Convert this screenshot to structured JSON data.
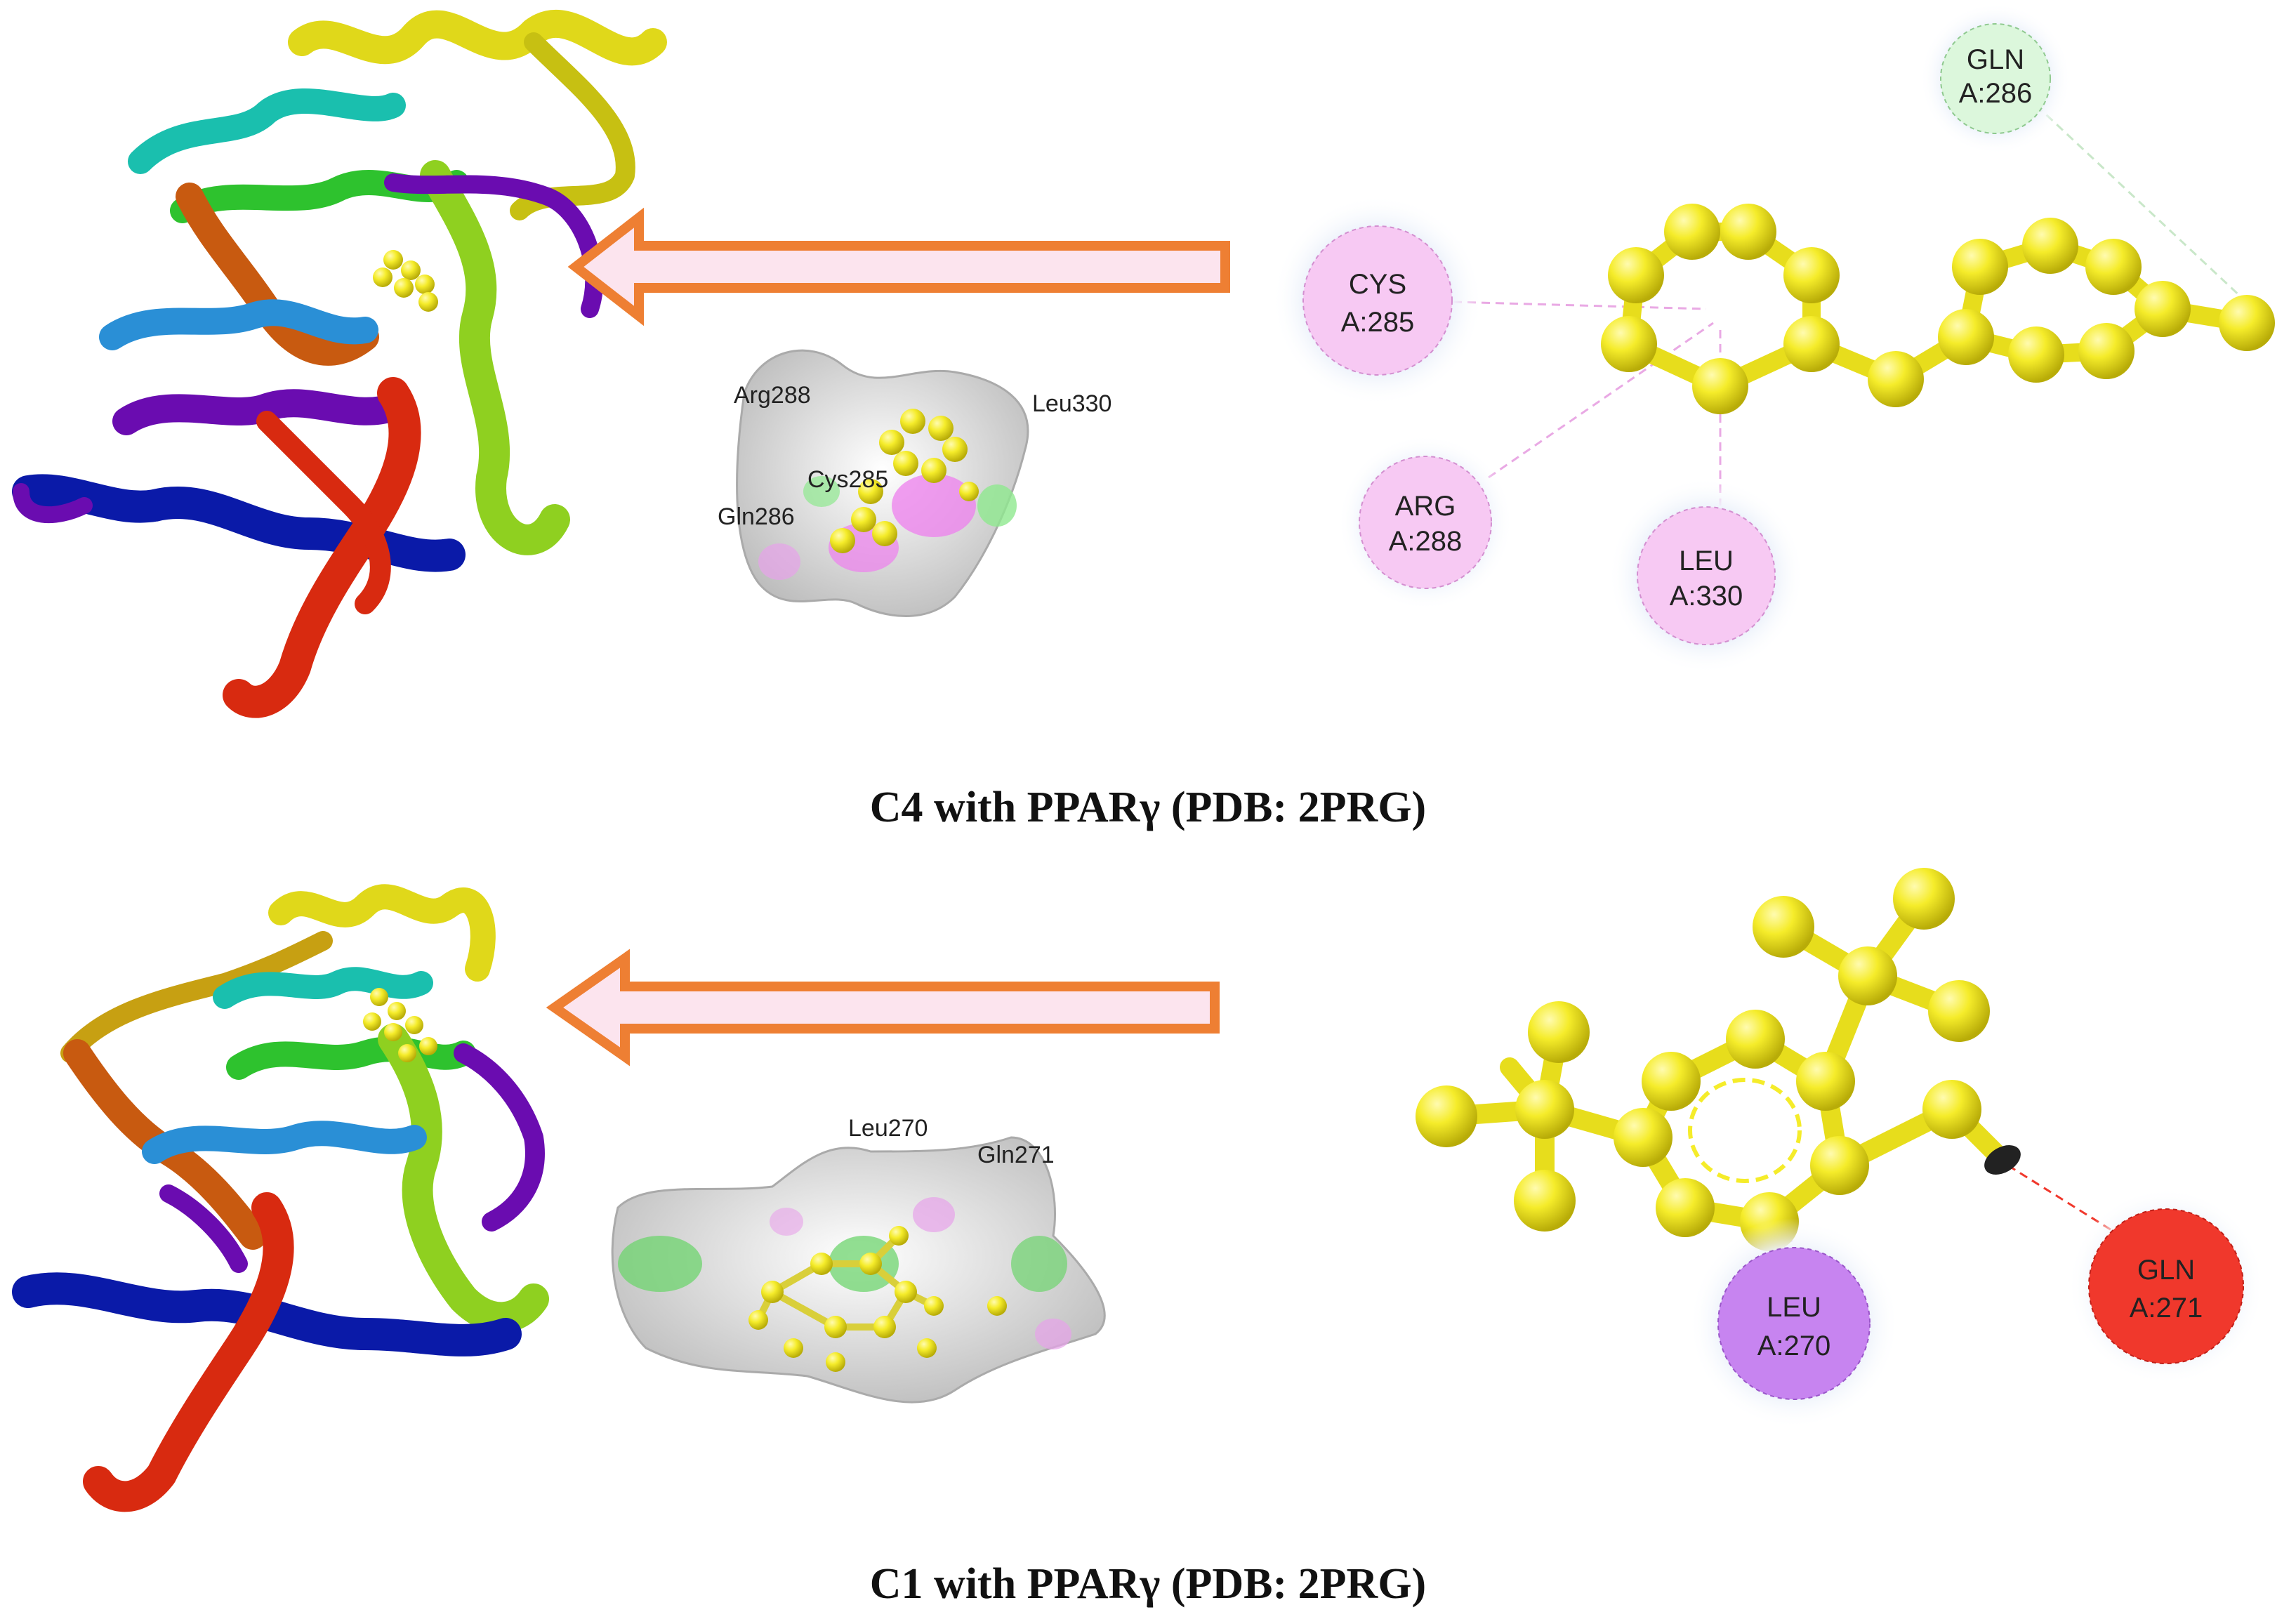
{
  "panels": [
    {
      "caption": "C4 with PPARγ (PDB: 2PRG)",
      "site_labels": [
        "Arg288",
        "Leu330",
        "Cys285",
        "Gln286"
      ],
      "residues": [
        {
          "name": "GLN",
          "id": "A:286",
          "color": "#dcf7dc"
        },
        {
          "name": "CYS",
          "id": "A:285",
          "color": "#f7c9f3"
        },
        {
          "name": "ARG",
          "id": "A:288",
          "color": "#f7c9f3"
        },
        {
          "name": "LEU",
          "id": "A:330",
          "color": "#f7c9f3"
        }
      ]
    },
    {
      "caption": "C1 with PPARγ (PDB: 2PRG)",
      "site_labels": [
        "Leu270",
        "Gln271"
      ],
      "residues": [
        {
          "name": "LEU",
          "id": "A:270",
          "color": "#c784f0"
        },
        {
          "name": "GLN",
          "id": "A:271",
          "color": "#f0382c"
        }
      ]
    }
  ],
  "colors": {
    "arrow": "#ee7f33",
    "ligand": "#f5ec2a",
    "ligand_dark": "#c9bd10",
    "ribbon": [
      "#0a1aa8",
      "#6a0cb0",
      "#2a8fd6",
      "#1abfae",
      "#2ec22e",
      "#8fd020",
      "#e0d81a",
      "#c85a10",
      "#d82a10"
    ]
  },
  "icons": [
    "protein-ribbon-icon",
    "binding-pocket-icon",
    "ligand-structure-icon",
    "pointer-arrow-icon"
  ]
}
